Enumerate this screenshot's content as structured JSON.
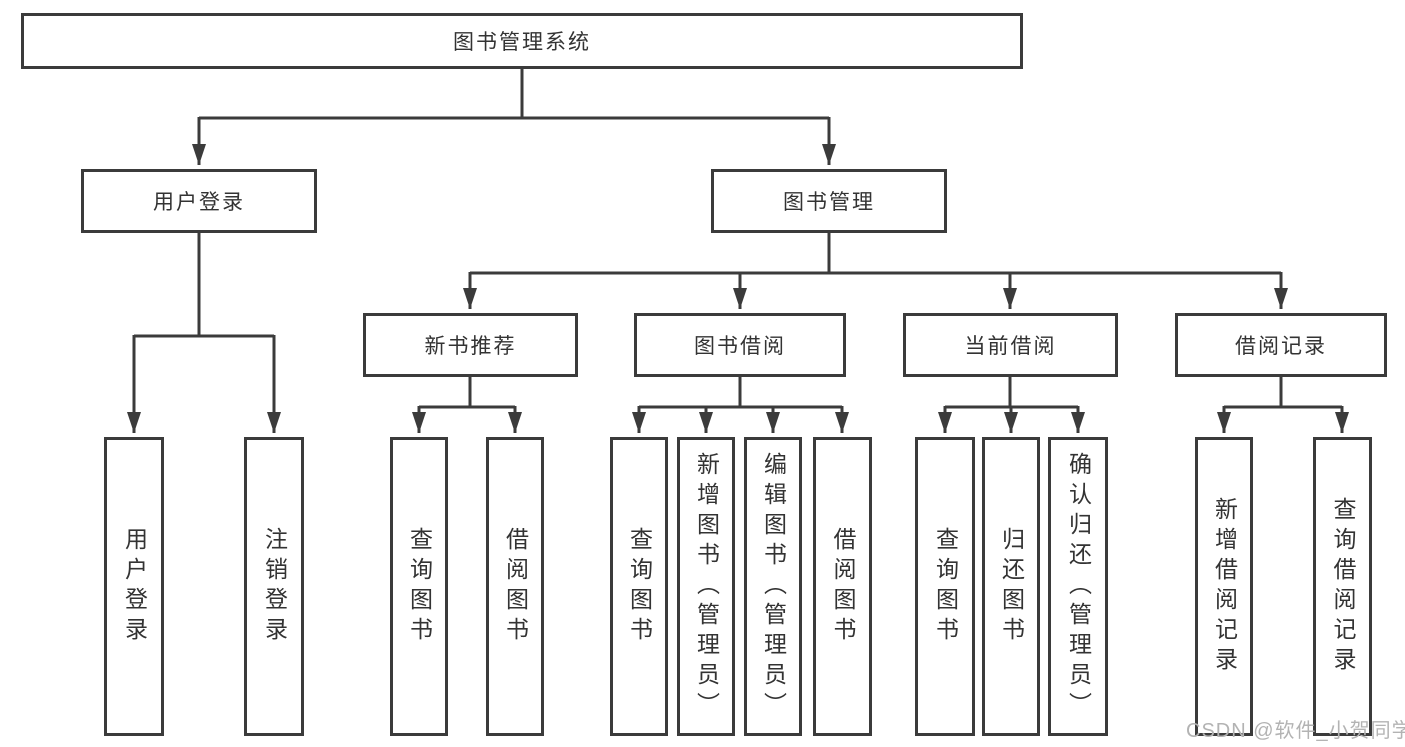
{
  "diagram": {
    "root": "图书管理系统",
    "branches": {
      "user_login": {
        "label": "用户登录",
        "children": [
          "用户登录",
          "注销登录"
        ]
      },
      "book_mgmt": {
        "label": "图书管理",
        "groups": [
          {
            "label": "新书推荐",
            "children": [
              "查询图书",
              "借阅图书"
            ]
          },
          {
            "label": "图书借阅",
            "children": [
              "查询图书",
              "新增图书（管理员）",
              "编辑图书（管理员）",
              "借阅图书"
            ]
          },
          {
            "label": "当前借阅",
            "children": [
              "查询图书",
              "归还图书",
              "确认归还（管理员）"
            ]
          },
          {
            "label": "借阅记录",
            "children": [
              "新增借阅记录",
              "查询借阅记录"
            ]
          }
        ]
      }
    }
  },
  "watermark": "CSDN @软件_小贺同学",
  "colors": {
    "line": "#3b3b3b",
    "text": "#333333",
    "watermark": "#b3b3b3",
    "background": "#ffffff"
  }
}
